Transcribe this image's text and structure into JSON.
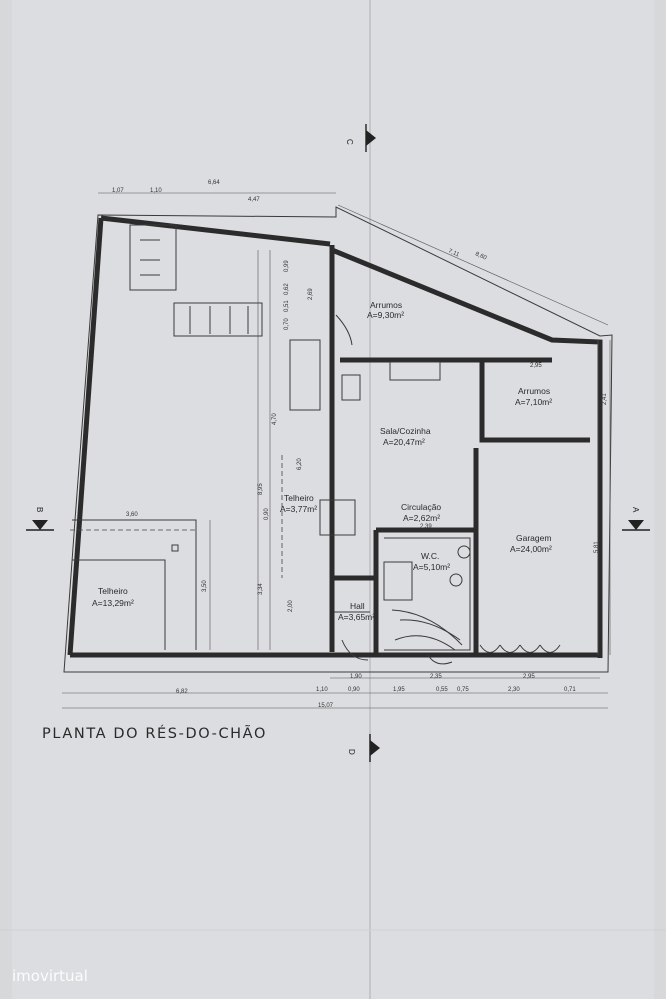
{
  "title": "PLANTA DO RÉS-DO-CHÃO",
  "watermark": "imovirtual",
  "rooms": {
    "arrumos_top": {
      "name": "Arrumos",
      "area": "A=9,30m²"
    },
    "arrumos_right": {
      "name": "Arrumos",
      "area": "A=7,10m²"
    },
    "sala": {
      "name": "Sala/Cozinha",
      "area": "A=20,47m²"
    },
    "telheiro_mid": {
      "name": "Telheiro",
      "area": "A=3,77m²"
    },
    "circulacao": {
      "name": "Circulação",
      "area": "A=2,62m²"
    },
    "garagem": {
      "name": "Garagem",
      "area": "A=24,00m²"
    },
    "wc": {
      "name": "W.C.",
      "area": "A=5,10m²"
    },
    "telheiro_left": {
      "name": "Telheiro",
      "area": "A=13,29m²"
    },
    "hall": {
      "name": "Hall",
      "area": "A=3,65m²"
    }
  },
  "sections": {
    "c": "C",
    "b": "B",
    "a": "A",
    "d": "D"
  },
  "dims": {
    "top_a": "1,07",
    "top_b": "1,10",
    "top_c": "6,64",
    "top_d": "4,47",
    "diag_a": "8,60",
    "diag_b": "7,11",
    "v_099": "0,99",
    "v_062": "0,62",
    "v_051": "0,51",
    "v_070": "0,70",
    "v_269": "2,69",
    "v_470": "4,70",
    "v_895": "8,95",
    "v_620": "6,20",
    "v_090": "0,90",
    "v_334": "3,34",
    "v_200": "2,00",
    "v_350": "3,50",
    "d_360": "3,60",
    "d_239": "2,39",
    "d_295_top": "2,95",
    "d_241": "2,41",
    "d_581": "5,81",
    "b_190": "1,90",
    "b_235": "2,35",
    "b_295": "2,95",
    "b_682": "6,82",
    "b_110": "1,10",
    "b_090": "0,90",
    "b_195": "1,95",
    "b_055": "0,55",
    "b_075": "0,75",
    "b_230": "2,30",
    "b_071": "0,71",
    "b_1507": "15,07"
  }
}
